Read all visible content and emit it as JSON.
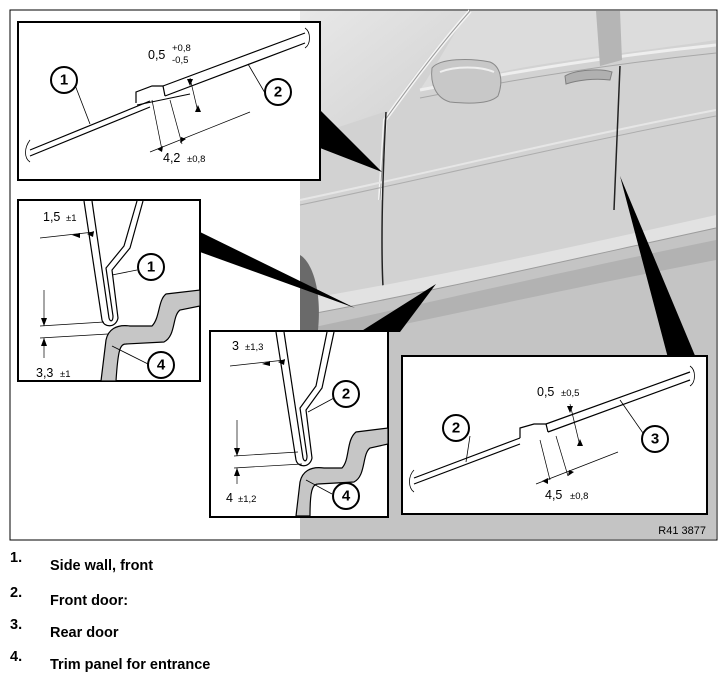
{
  "figure": {
    "reference": "R41 3877",
    "callouts": {
      "one": "1",
      "two": "2",
      "three": "3",
      "four": "4"
    },
    "dimensions": {
      "top_gap_main": "0,5",
      "top_gap_tol_upper": "+0,8",
      "top_gap_tol_lower": "-0,5",
      "top_overlap_value": "4,2",
      "top_overlap_tol": "±0,8",
      "left_gap_value": "1,5",
      "left_gap_tol": "±1",
      "left_height_value": "3,3",
      "left_height_tol": "±1",
      "mid_gap_value": "3",
      "mid_gap_tol": "±1,3",
      "mid_height_value": "4",
      "mid_height_tol": "±1,2",
      "right_gap_value": "0,5",
      "right_gap_tol": "±0,5",
      "right_overlap_value": "4,5",
      "right_overlap_tol": "±0,8"
    }
  },
  "legend": [
    {
      "number": "1.",
      "text": "Side wall, front"
    },
    {
      "number": "2.",
      "text": "Front door:"
    },
    {
      "number": "3.",
      "text": "Rear door"
    },
    {
      "number": "4.",
      "text": "Trim panel for entrance"
    }
  ]
}
